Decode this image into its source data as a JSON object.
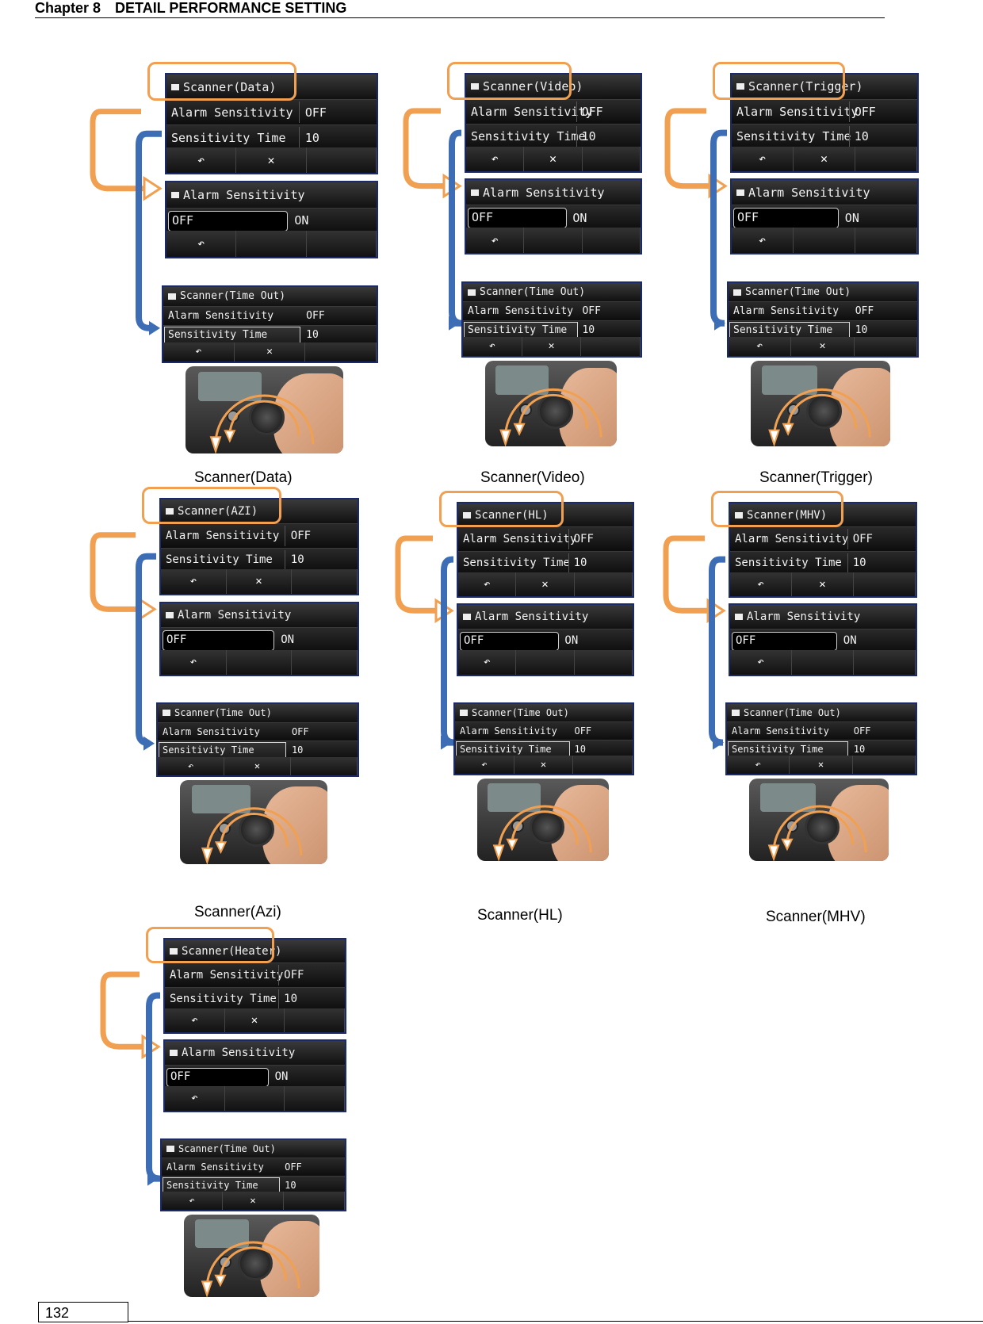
{
  "header": {
    "chapter": "Chapter 8",
    "title": "DETAIL PERFORMANCE SETTING"
  },
  "page_number": "132",
  "menu": {
    "alarm_sensitivity": "Alarm Sensitivity",
    "sensitivity_time": "Sensitivity Time",
    "off": "OFF",
    "on": "ON",
    "time_value": "10",
    "time_out_title": "Scanner(Time Out)",
    "back_symbol": "↶",
    "close_symbol": "✕"
  },
  "groups": [
    {
      "panel_title": "Scanner(Data)",
      "caption": "Scanner(Data)"
    },
    {
      "panel_title": "Scanner(Video)",
      "caption": "Scanner(Video)"
    },
    {
      "panel_title": "Scanner(Trigger)",
      "caption": "Scanner(Trigger)"
    },
    {
      "panel_title": "Scanner(AZI)",
      "caption": "Scanner(Azi)"
    },
    {
      "panel_title": "Scanner(HL)",
      "caption": "Scanner(HL)"
    },
    {
      "panel_title": "Scanner(MHV)",
      "caption": "Scanner(MHV)"
    },
    {
      "panel_title": "Scanner(Heater)",
      "caption": ""
    }
  ],
  "colors": {
    "orange_arrow": "#f0a050",
    "blue_arrow": "#3d6db5",
    "panel_border": "#1b2a6b"
  }
}
